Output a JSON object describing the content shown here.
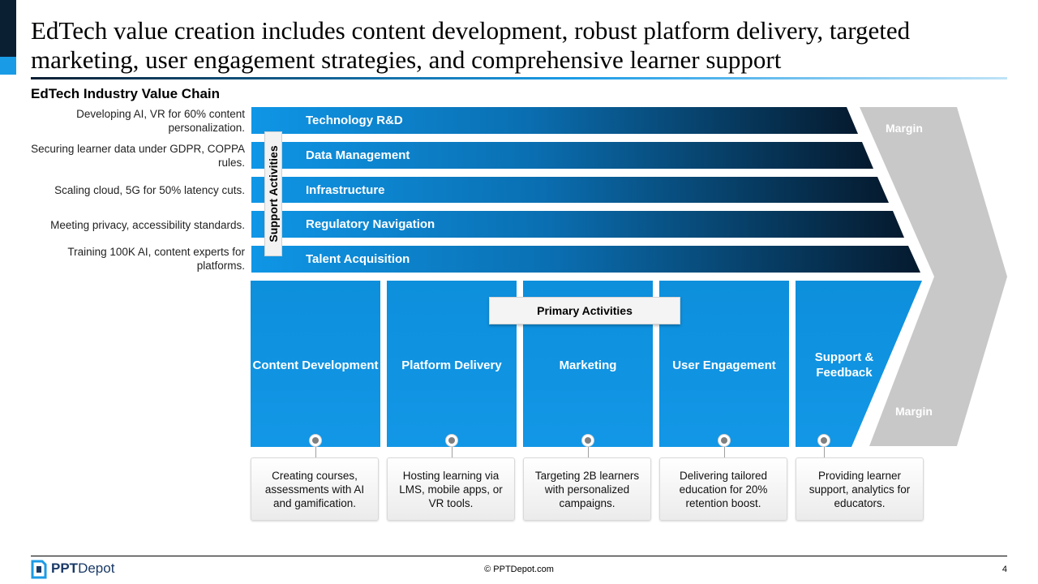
{
  "title": "EdTech value creation includes content development, robust platform delivery, targeted marketing, user engagement strategies, and comprehensive learner support",
  "subtitle": "EdTech Industry Value Chain",
  "support": {
    "label": "Support Activities",
    "items": [
      {
        "label": "Technology R&D",
        "description": "Developing AI, VR for 60% content personalization."
      },
      {
        "label": "Data Management",
        "description": "Securing learner data under GDPR, COPPA rules."
      },
      {
        "label": "Infrastructure",
        "description": "Scaling cloud, 5G for 50% latency cuts."
      },
      {
        "label": "Regulatory Navigation",
        "description": "Meeting privacy, accessibility standards."
      },
      {
        "label": "Talent Acquisition",
        "description": "Training 100K AI, content experts for platforms."
      }
    ]
  },
  "primary": {
    "label": "Primary Activities",
    "items": [
      {
        "label": "Content Development",
        "description": "Creating courses, assessments with AI and gamification."
      },
      {
        "label": "Platform Delivery",
        "description": "Hosting learning via LMS, mobile apps, or VR tools."
      },
      {
        "label": "Marketing",
        "description": "Targeting 2B learners with personalized campaigns."
      },
      {
        "label": "User Engagement",
        "description": "Delivering tailored education for 20% retention boost."
      },
      {
        "label": "Support & Feedback",
        "description": "Providing learner support, analytics for educators."
      }
    ]
  },
  "margin_top": "Margin",
  "margin_bottom": "Margin",
  "footer": {
    "logo_bold": "PPT",
    "logo_rest": "Depot",
    "copyright": "© PPTDepot.com",
    "page": "4"
  },
  "colors": {
    "bright_blue": "#0f96e6",
    "navy": "#051a2e",
    "gray": "#c8c8c8"
  }
}
